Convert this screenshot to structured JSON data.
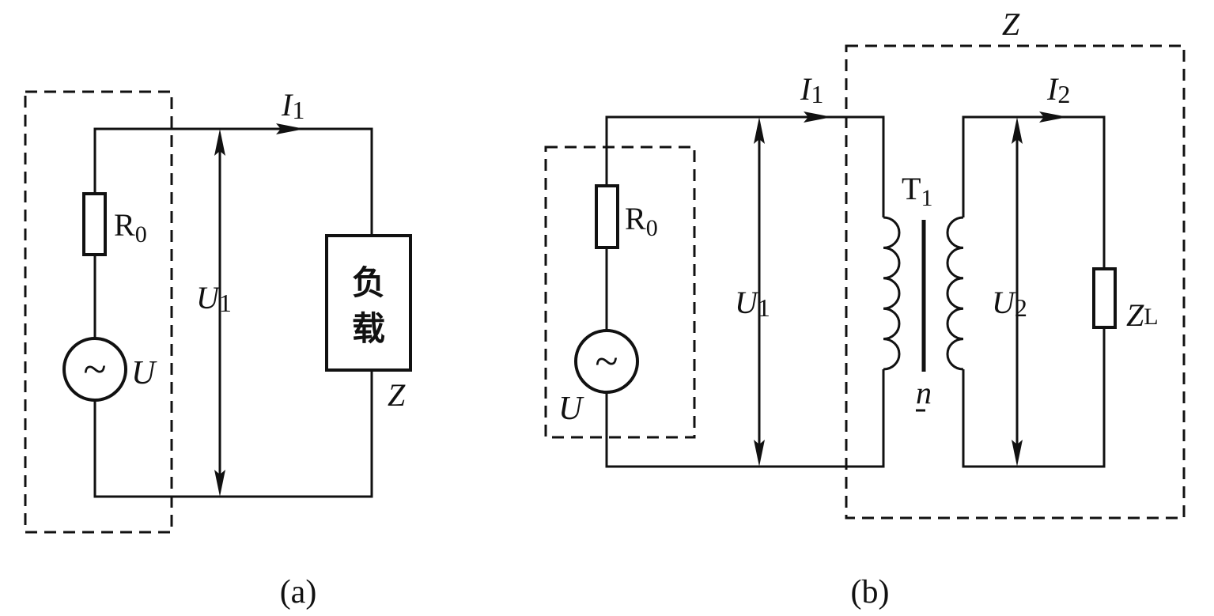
{
  "diagram_a": {
    "caption": "(a)",
    "current": {
      "symbol": "I",
      "subscript": "1"
    },
    "voltage": {
      "symbol": "U",
      "subscript": "1"
    },
    "source_resistor": {
      "symbol": "R",
      "subscript": "0"
    },
    "source": {
      "glyph": "~",
      "label": "U"
    },
    "load": {
      "text_line1": "负",
      "text_line2": "载",
      "label": "Z"
    }
  },
  "diagram_b": {
    "caption": "(b)",
    "enclosure_label": "Z",
    "current_primary": {
      "symbol": "I",
      "subscript": "1"
    },
    "current_secondary": {
      "symbol": "I",
      "subscript": "2"
    },
    "voltage_primary": {
      "symbol": "U",
      "subscript": "1"
    },
    "voltage_secondary": {
      "symbol": "U",
      "subscript": "2"
    },
    "source_resistor": {
      "symbol": "R",
      "subscript": "0"
    },
    "source": {
      "glyph": "~",
      "label": "U"
    },
    "transformer": {
      "symbol": "T",
      "subscript": "1",
      "ratio": "n"
    },
    "load": {
      "symbol": "Z",
      "subscript": "L"
    }
  }
}
